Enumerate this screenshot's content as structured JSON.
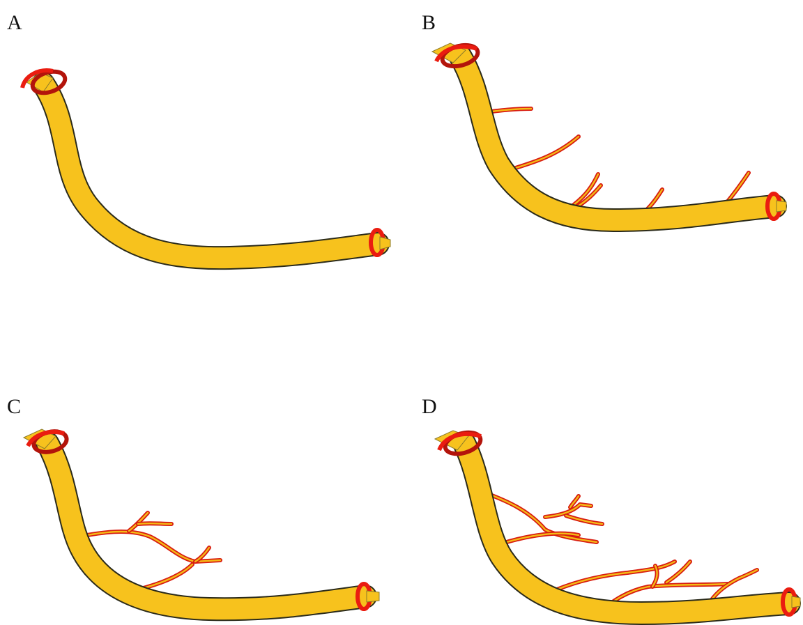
{
  "panels": [
    {
      "label": "A"
    },
    {
      "label": "B"
    },
    {
      "label": "C"
    },
    {
      "label": "D"
    }
  ],
  "colors": {
    "vessel": "#f7c21d",
    "vessel_outline": "#2a2a1a",
    "ring": "#ea1c10",
    "branch_outline": "#d81c10",
    "background": "#ffffff"
  }
}
